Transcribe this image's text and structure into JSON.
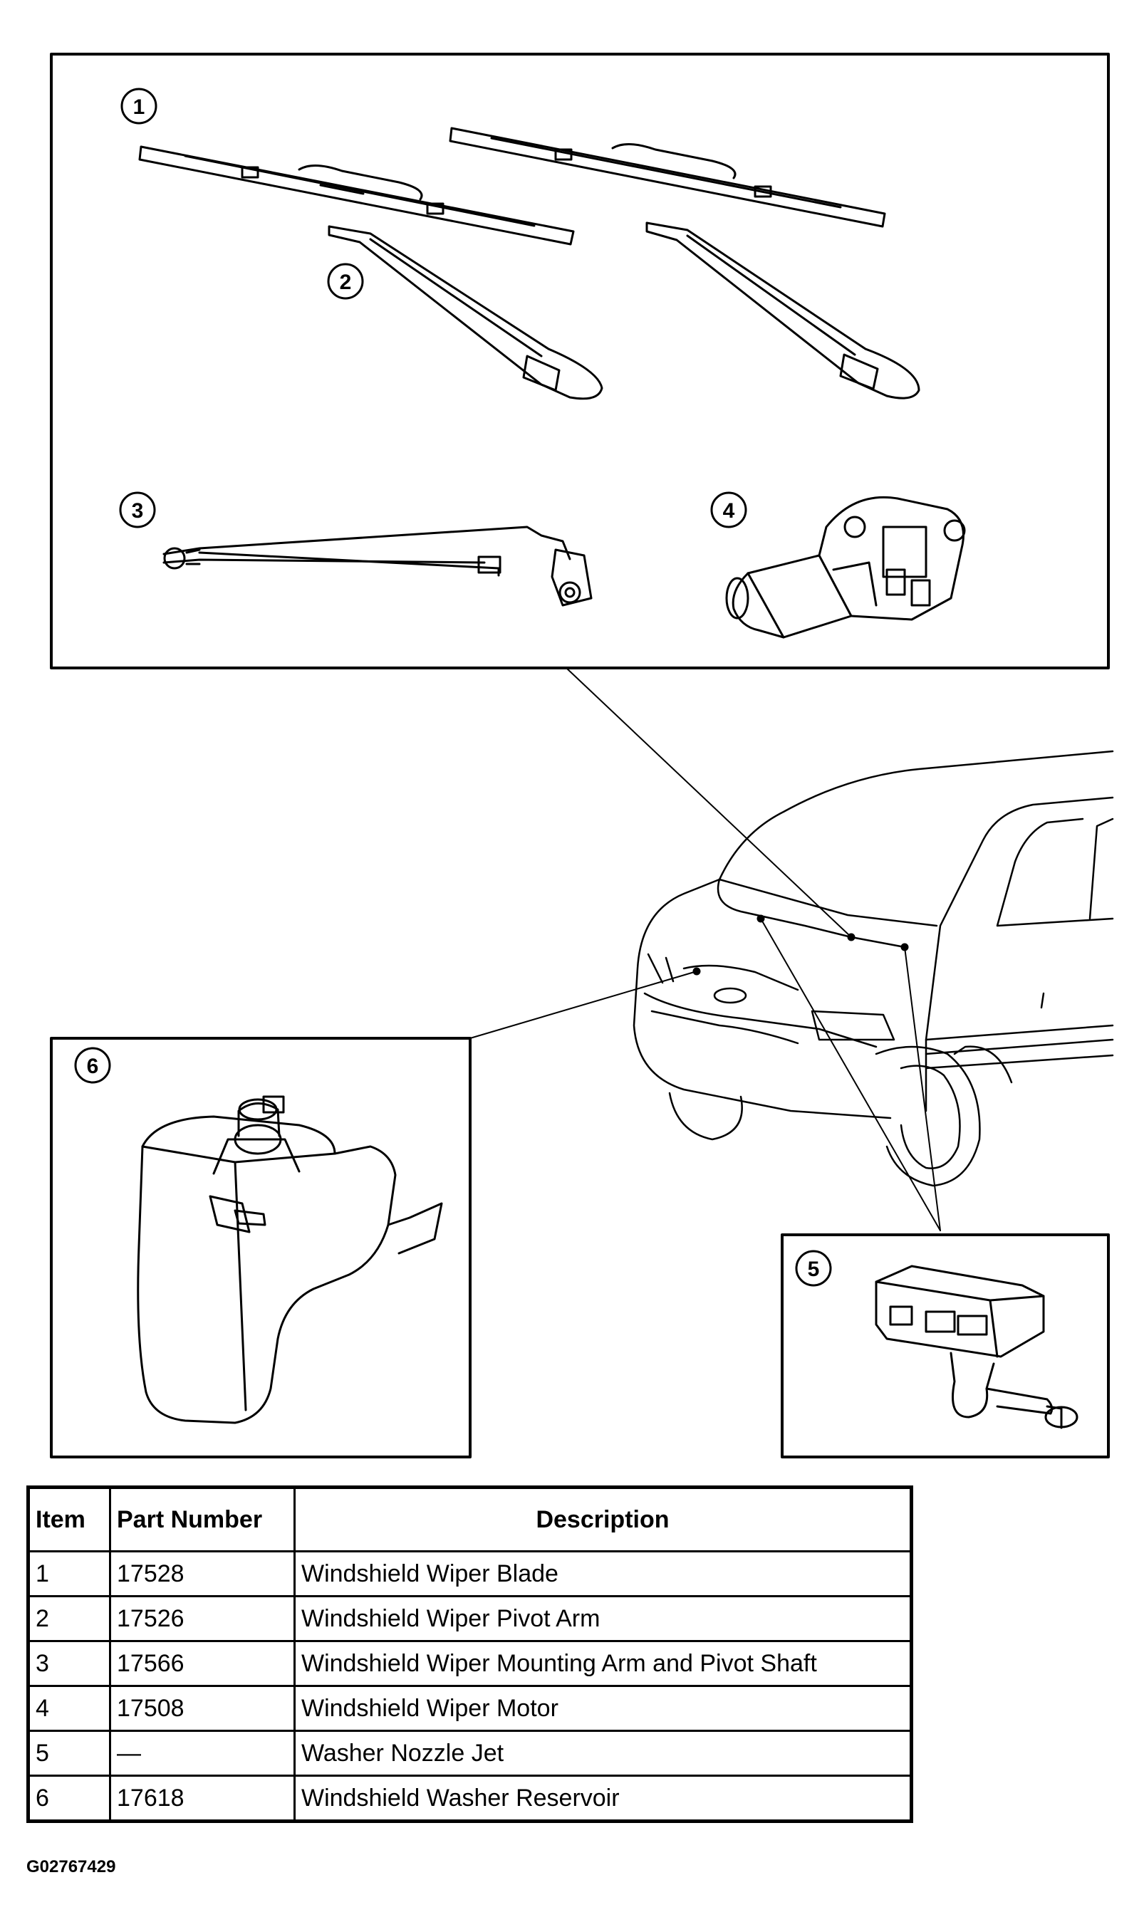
{
  "callouts": [
    "1",
    "2",
    "3",
    "4",
    "5",
    "6"
  ],
  "table": {
    "headers": [
      "Item",
      "Part Number",
      "Description"
    ],
    "rows": [
      [
        "1",
        "17528",
        "Windshield Wiper Blade"
      ],
      [
        "2",
        "17526",
        "Windshield Wiper Pivot Arm"
      ],
      [
        "3",
        "17566",
        "Windshield Wiper Mounting Arm and Pivot Shaft"
      ],
      [
        "4",
        "17508",
        "Windshield Wiper Motor"
      ],
      [
        "5",
        "—",
        "Washer Nozzle Jet"
      ],
      [
        "6",
        "17618",
        "Windshield Washer Reservoir"
      ]
    ]
  },
  "figure_code": "G02767429"
}
